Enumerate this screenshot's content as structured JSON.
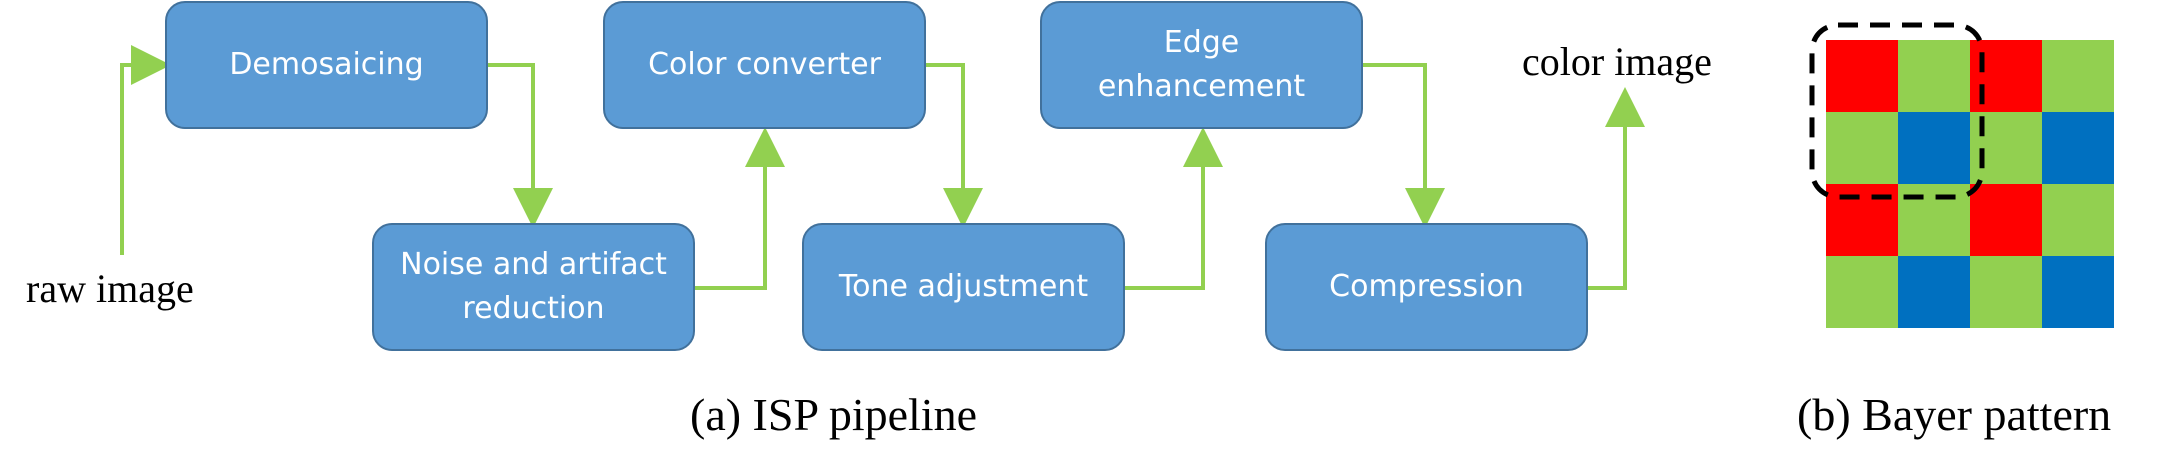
{
  "pipeline": {
    "input_label": "raw image",
    "output_label": "color image",
    "steps": [
      {
        "label": "Demosaicing"
      },
      {
        "label": "Noise and artifact\nreduction"
      },
      {
        "label": "Color converter"
      },
      {
        "label": "Tone adjustment"
      },
      {
        "label": "Edge\nenhancement"
      },
      {
        "label": "Compression"
      }
    ],
    "caption": "(a) ISP pipeline"
  },
  "bayer": {
    "caption": "(b) Bayer pattern",
    "colors": {
      "R": "#ff0000",
      "G": "#92d050",
      "B": "#0070c0"
    },
    "grid": [
      [
        "R",
        "G",
        "R",
        "G"
      ],
      [
        "G",
        "B",
        "G",
        "B"
      ],
      [
        "R",
        "G",
        "R",
        "G"
      ],
      [
        "G",
        "B",
        "G",
        "B"
      ]
    ]
  },
  "colors": {
    "box_fill": "#5b9bd5",
    "box_border": "#41719c",
    "arrow": "#92d050"
  }
}
